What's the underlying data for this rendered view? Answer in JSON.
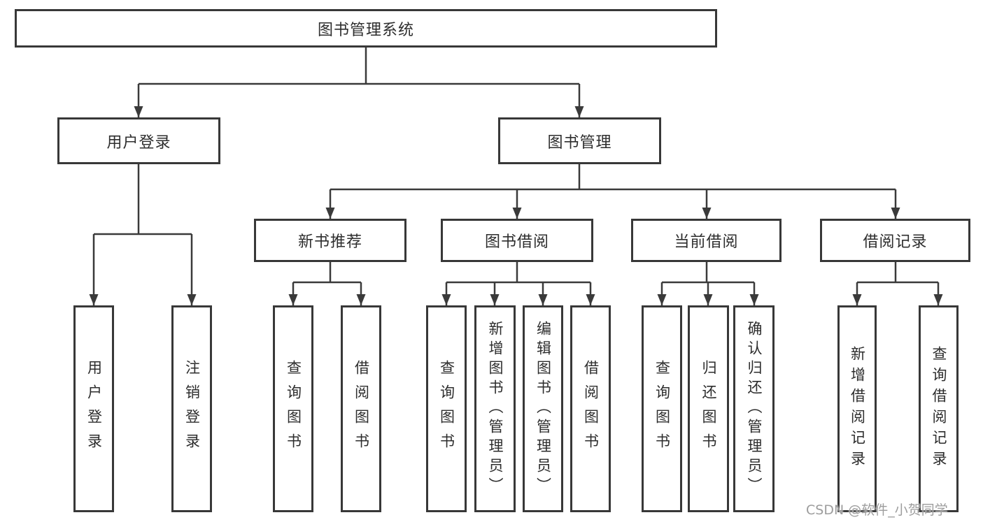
{
  "tree": {
    "label": "图书管理系统",
    "children": [
      {
        "label": "用户登录",
        "children": [
          {
            "label": "用户登录"
          },
          {
            "label": "注销登录"
          }
        ]
      },
      {
        "label": "图书管理",
        "children": [
          {
            "label": "新书推荐",
            "children": [
              {
                "label": "查询图书"
              },
              {
                "label": "借阅图书"
              }
            ]
          },
          {
            "label": "图书借阅",
            "children": [
              {
                "label": "查询图书"
              },
              {
                "label": "新增图书（管理员）"
              },
              {
                "label": "编辑图书（管理员）"
              },
              {
                "label": "借阅图书"
              }
            ]
          },
          {
            "label": "当前借阅",
            "children": [
              {
                "label": "查询图书"
              },
              {
                "label": "归还图书"
              },
              {
                "label": "确认归还（管理员）"
              }
            ]
          },
          {
            "label": "借阅记录",
            "children": [
              {
                "label": "新增借阅记录"
              },
              {
                "label": "查询借阅记录"
              }
            ]
          }
        ]
      }
    ]
  },
  "watermark": "CSDN @软件_小贺同学",
  "colors": {
    "line": "#3a3a3a",
    "box_border": "#383838",
    "text": "#2d2d2d",
    "watermark": "#9d9d9d"
  }
}
